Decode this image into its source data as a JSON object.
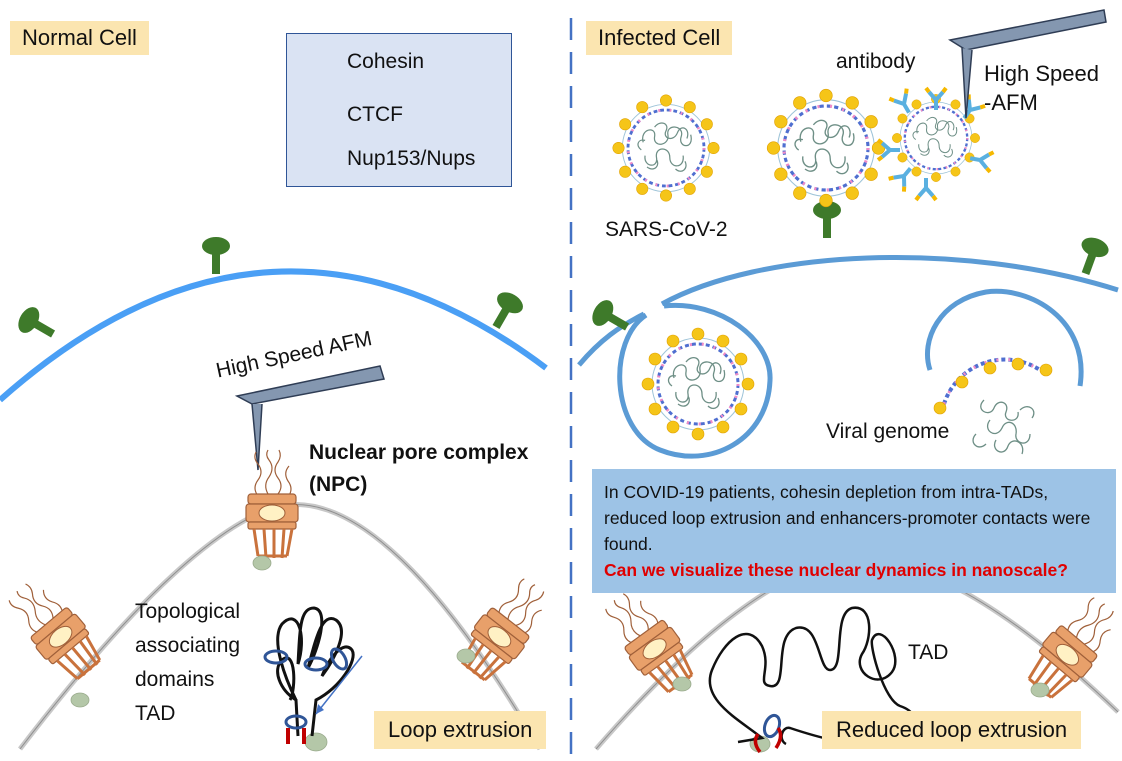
{
  "left_panel": {
    "tag": "Normal Cell",
    "afm_label": "High Speed AFM",
    "npc_label_line1": "Nuclear pore complex",
    "npc_label_line2": "(NPC)",
    "tad_label_lines": [
      "Topological",
      "associating",
      "domains",
      "TAD"
    ],
    "bottom_tag": "Loop extrusion"
  },
  "legend": {
    "items": [
      {
        "icon": "cohesin-ring-icon",
        "label": "Cohesin"
      },
      {
        "icon": "ctcf-icon",
        "label": "CTCF"
      },
      {
        "icon": "nup-blob-icon",
        "label": "Nup153/Nups"
      }
    ]
  },
  "right_panel": {
    "tag": "Infected Cell",
    "antibody_label": "antibody",
    "afm_label_line1": "High Speed",
    "afm_label_line2": "-AFM",
    "virus_label": "SARS-CoV-2",
    "genome_label": "Viral genome",
    "info_text": "In COVID-19 patients, cohesin depletion from intra-TADs, reduced loop extrusion and enhancers-promoter contacts were found.",
    "info_question": "Can we visualize these nuclear dynamics in nanoscale?",
    "tad_label": "TAD",
    "bottom_tag": "Reduced loop extrusion"
  },
  "colors": {
    "membrane": "#4a9ff5",
    "endosome": "#5b9bd5",
    "receptor": "#3e7a2a",
    "npc": "#e8a06a",
    "cohesin": "#2f5597",
    "ctcf": "#c00000",
    "nup": "#b4c7a8",
    "divider": "#4472c4",
    "tag_bg": "#fbe5b0",
    "info_bg": "#9dc3e6",
    "question_text": "#e00000"
  }
}
